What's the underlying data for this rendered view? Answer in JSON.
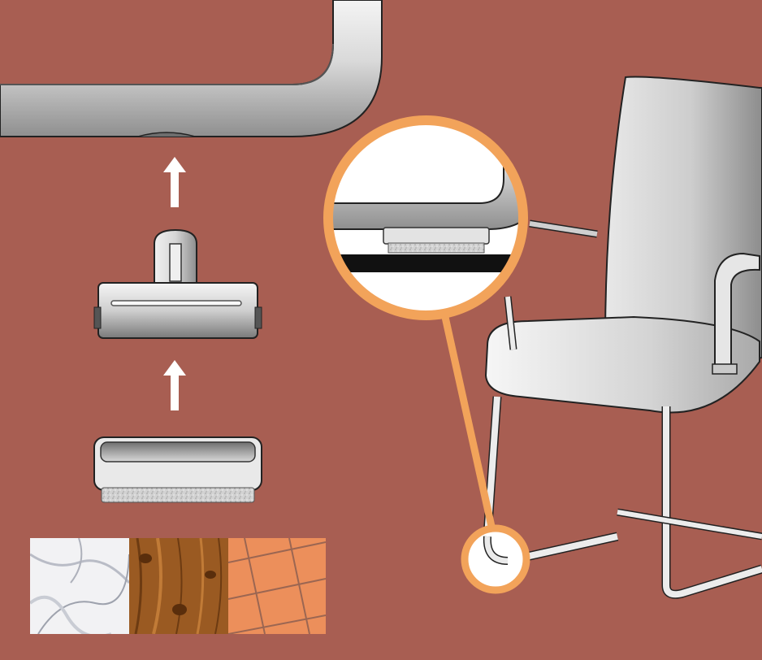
{
  "scene": {
    "background_color": "#a85e52",
    "accent_color": "#f2a35a",
    "frame_color": "#e6e6e6",
    "felt_color": "#cfcfcf",
    "floor_line_color": "#111111"
  },
  "steps": [
    {
      "name": "chair-tube-with-socket"
    },
    {
      "name": "glide-clip-insert"
    },
    {
      "name": "felt-cup-pad"
    }
  ],
  "floor_types": [
    {
      "name": "marble-floor-swatch"
    },
    {
      "name": "wood-floor-swatch"
    },
    {
      "name": "tile-floor-swatch"
    }
  ],
  "icons": {
    "arrow": "up-arrow-icon",
    "magnifier": "magnifier-callout"
  }
}
